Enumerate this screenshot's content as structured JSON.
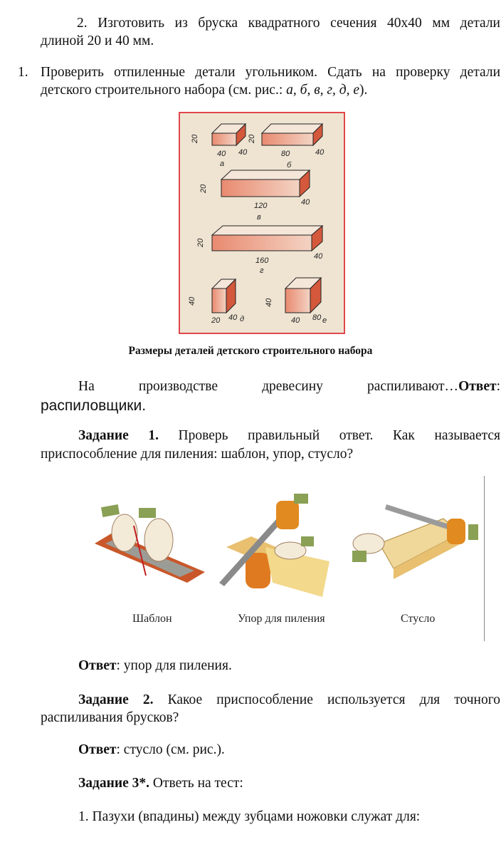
{
  "task2": {
    "line1": "2. Изготовить из бруска квадратного сечения 40х40 мм детали",
    "line2": "длиной 20 и 40 мм."
  },
  "item1": {
    "number": "1.",
    "line1": "Проверить отпиленные детали угольником. Сдать на проверку детали",
    "line2_prefix": "детского строительного набора (см. рис.: ",
    "line2_letters": "а, б, в, г, д, е",
    "line2_suffix": ")."
  },
  "figure1": {
    "caption": "Размеры деталей детского строительного набора",
    "parts": [
      {
        "letter": "а",
        "height": "20",
        "length": "40",
        "width": "40"
      },
      {
        "letter": "б",
        "height": "20",
        "length": "80",
        "width": "40"
      },
      {
        "letter": "в",
        "height": "20",
        "length": "120",
        "width": "40"
      },
      {
        "letter": "г",
        "height": "20",
        "length": "160",
        "width": "40"
      },
      {
        "letter": "д",
        "height": "40",
        "length": "20",
        "width": "40"
      },
      {
        "letter": "е",
        "height": "40",
        "length": "40",
        "width": "80"
      }
    ]
  },
  "para1": {
    "text": "На производстве древесину распиливают…",
    "answer_label": "Ответ",
    "colon": ":",
    "answer": "распиловщики."
  },
  "task_1": {
    "label": "Задание 1.",
    "line1": " Проверь правильный ответ. Как называется",
    "line2": "приспособление для пиления: шаблон, упор, стусло?"
  },
  "figure2": {
    "labels": [
      "Шаблон",
      "Упор для пиления",
      "Стусло"
    ]
  },
  "answer1": {
    "label": "Ответ",
    "text": ": упор для пиления."
  },
  "task_2": {
    "label": "Задание 2.",
    "line1": " Какое приспособление используется для точного",
    "line2": "распиливания брусков?"
  },
  "answer2": {
    "label": "Ответ",
    "text": ": стусло (см. рис.)."
  },
  "task_3": {
    "label": "Задание 3*.",
    "text": " Ответь на тест:"
  },
  "question1": {
    "text": "1. Пазухи (впадины) между зубцами ножовки служат для:"
  }
}
